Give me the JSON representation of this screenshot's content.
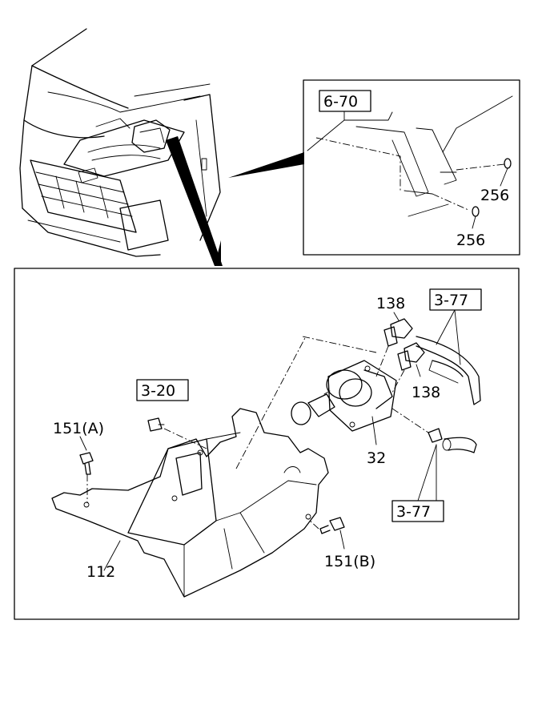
{
  "callouts": {
    "ref_6_70": "6-70",
    "ref_3_77_top": "3-77",
    "ref_3_77_bottom": "3-77",
    "ref_3_20": "3-20"
  },
  "parts": {
    "p256_a": "256",
    "p256_b": "256",
    "p138_a": "138",
    "p138_b": "138",
    "p32": "32",
    "p151a": "151(A)",
    "p151b": "151(B)",
    "p112": "112"
  }
}
